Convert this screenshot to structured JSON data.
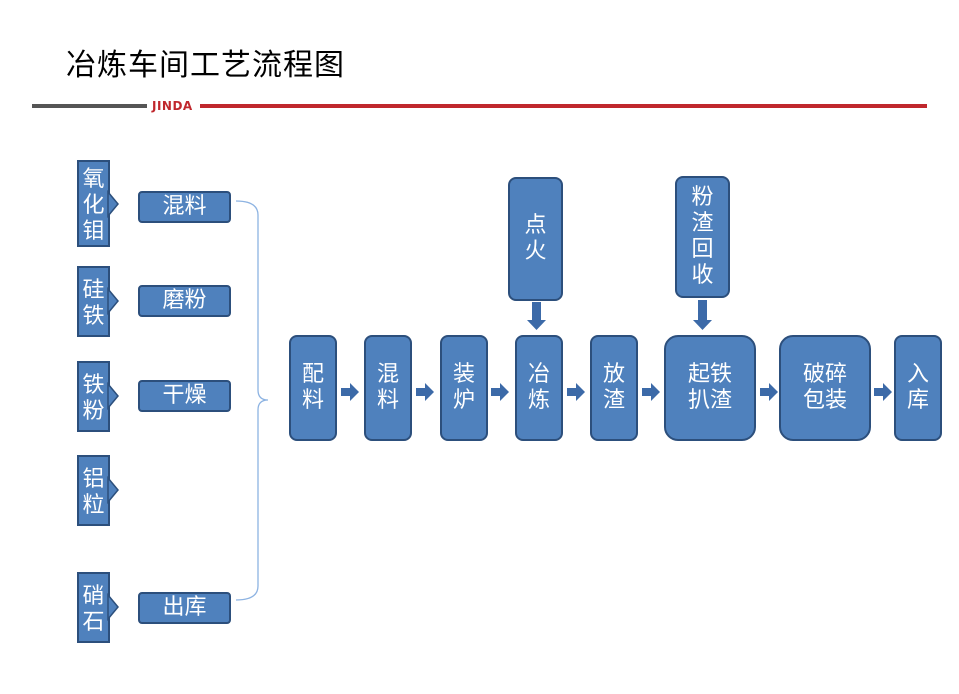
{
  "title": "冶炼车间工艺流程图",
  "logo": "JINDA",
  "materials": [
    {
      "name": "氧化钼",
      "process": "混料"
    },
    {
      "name": "硅铁",
      "process": "磨粉"
    },
    {
      "name": "铁粉",
      "process": "干燥"
    },
    {
      "name": "铝粒",
      "process": ""
    },
    {
      "name": "硝石",
      "process": "出库"
    }
  ],
  "main_steps": [
    "配料",
    "混料",
    "装炉",
    "冶炼",
    "放渣",
    "起铁扒渣",
    "破碎包装",
    "入库"
  ],
  "top_inputs": {
    "ignite": "点火",
    "slag_recovery": "粉渣回收"
  },
  "colors": {
    "box_fill": "#4f81bd",
    "box_border": "#2c4f7c",
    "accent_red": "#c0272d",
    "connector": "#8db3e2"
  }
}
